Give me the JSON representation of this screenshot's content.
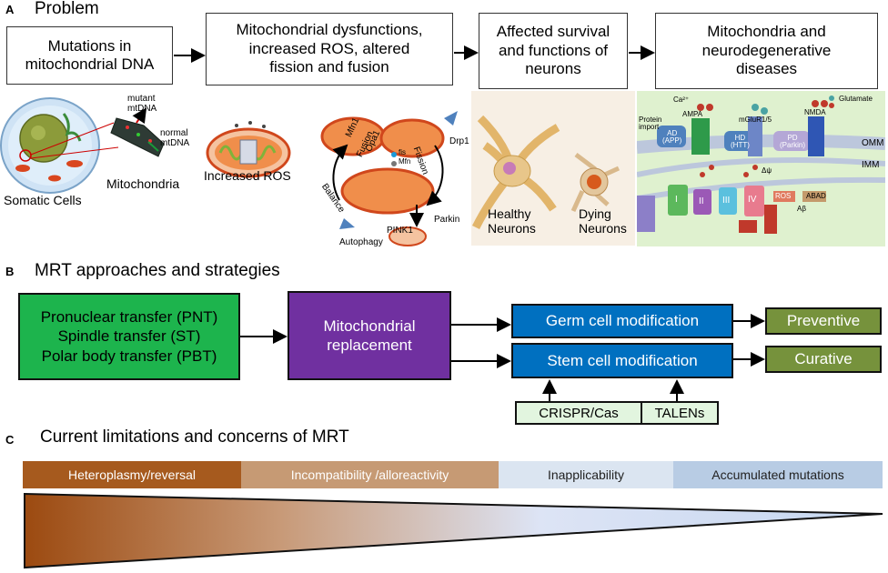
{
  "section_a": {
    "letter": "A",
    "title": "Problem",
    "boxes": [
      "Mutations in\nmitochondrial DNA",
      "Mitochondrial dysfunctions,\nincreased ROS, altered\nfission and fusion",
      "Affected survival\nand functions of\nneurons",
      "Mitochondria and\nneurodegenerative\ndiseases"
    ],
    "cell_labels": {
      "somatic": "Somatic Cells",
      "mito": "Mitochondria",
      "mutant": "mutant\nmtDNA",
      "normal": "normal\nmtDNA"
    },
    "ros_label": "Increased ROS",
    "dynamics": {
      "fission": "Fission",
      "fusion": "Fusion",
      "balance": "Balance",
      "drp1": "Drp1",
      "mfn1": "Mfn1",
      "opa1": "Opa1",
      "fis": "fis",
      "mfn": "Mfn",
      "parkin": "Parkin",
      "pink1": "PINK1",
      "autophagy": "Autophagy"
    },
    "neurons": {
      "healthy": "Healthy\nNeurons",
      "dying": "Dying\nNeurons"
    },
    "pathway": {
      "omm": "OMM",
      "imm": "IMM",
      "ad": "AD\n(APP)",
      "hd": "HD\n(HTT)",
      "pd": "PD\n(Parkin)",
      "ampa": "AMPA",
      "nmda": "NMDA",
      "mglur": "mGluR1/5",
      "protein_import": "Protein\nimport",
      "ca": "Ca²⁺",
      "glutamate": "Glutamate",
      "ros": "ROS",
      "dpsi": "Δψ",
      "abad": "ABAD",
      "ab": "Aβ",
      "complexes": [
        "I",
        "II",
        "III",
        "IV"
      ]
    }
  },
  "section_b": {
    "letter": "B",
    "title": "MRT approaches and strategies",
    "techniques": [
      "Pronuclear transfer (PNT)",
      "Spindle transfer (ST)",
      "Polar body transfer (PBT)"
    ],
    "replacement": "Mitochondrial\nreplacement",
    "germ": "Germ cell modification",
    "stem": "Stem cell modification",
    "preventive": "Preventive",
    "curative": "Curative",
    "crispr": "CRISPR/Cas",
    "talens": "TALENs",
    "colors": {
      "green": "#1db44d",
      "purple": "#7030a0",
      "blue": "#0070c0",
      "olive": "#76923c",
      "pale": "#e2f5df"
    }
  },
  "section_c": {
    "letter": "C",
    "title": "Current  limitations and concerns of MRT",
    "bands": [
      "Heteroplasmy/reversal",
      "Incompatibility /alloreactivity",
      "Inapplicability",
      "Accumulated mutations"
    ],
    "colors": {
      "brown": "#a65a1e",
      "tan": "#c69a74",
      "light": "#dbe5f1",
      "blue": "#b8cce4"
    }
  }
}
